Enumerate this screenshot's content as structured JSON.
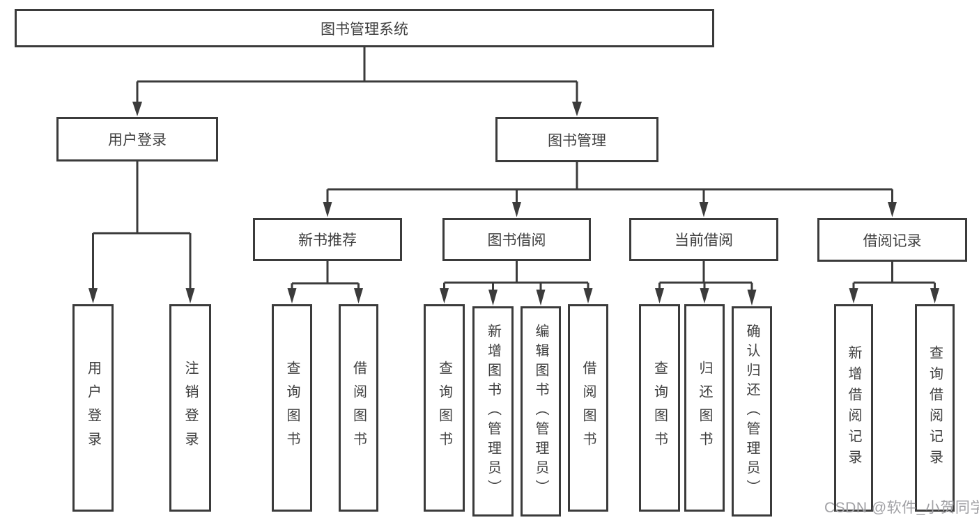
{
  "diagram": {
    "root": {
      "label": "图书管理系统"
    },
    "level2": [
      {
        "label": "用户登录"
      },
      {
        "label": "图书管理"
      }
    ],
    "level3": [
      {
        "label": "新书推荐"
      },
      {
        "label": "图书借阅"
      },
      {
        "label": "当前借阅"
      },
      {
        "label": "借阅记录"
      }
    ],
    "leaves": {
      "user_login": [
        "用户登录",
        "注销登录"
      ],
      "new_book": [
        "查询图书",
        "借阅图书"
      ],
      "book_borrow": [
        "查询图书",
        "新增图书（管理员）",
        "编辑图书（管理员）",
        "借阅图书"
      ],
      "current_borrow": [
        "查询图书",
        "归还图书",
        "确认归还（管理员）"
      ],
      "borrow_record": [
        "新增借阅记录",
        "查询借阅记录"
      ]
    },
    "colors": {
      "line": "#3b3b3b",
      "text": "#3f3f3f",
      "watermark": "#a0a0a4",
      "background": "#ffffff"
    }
  },
  "watermark": {
    "text": "CSDN @软件_小贺同学"
  }
}
